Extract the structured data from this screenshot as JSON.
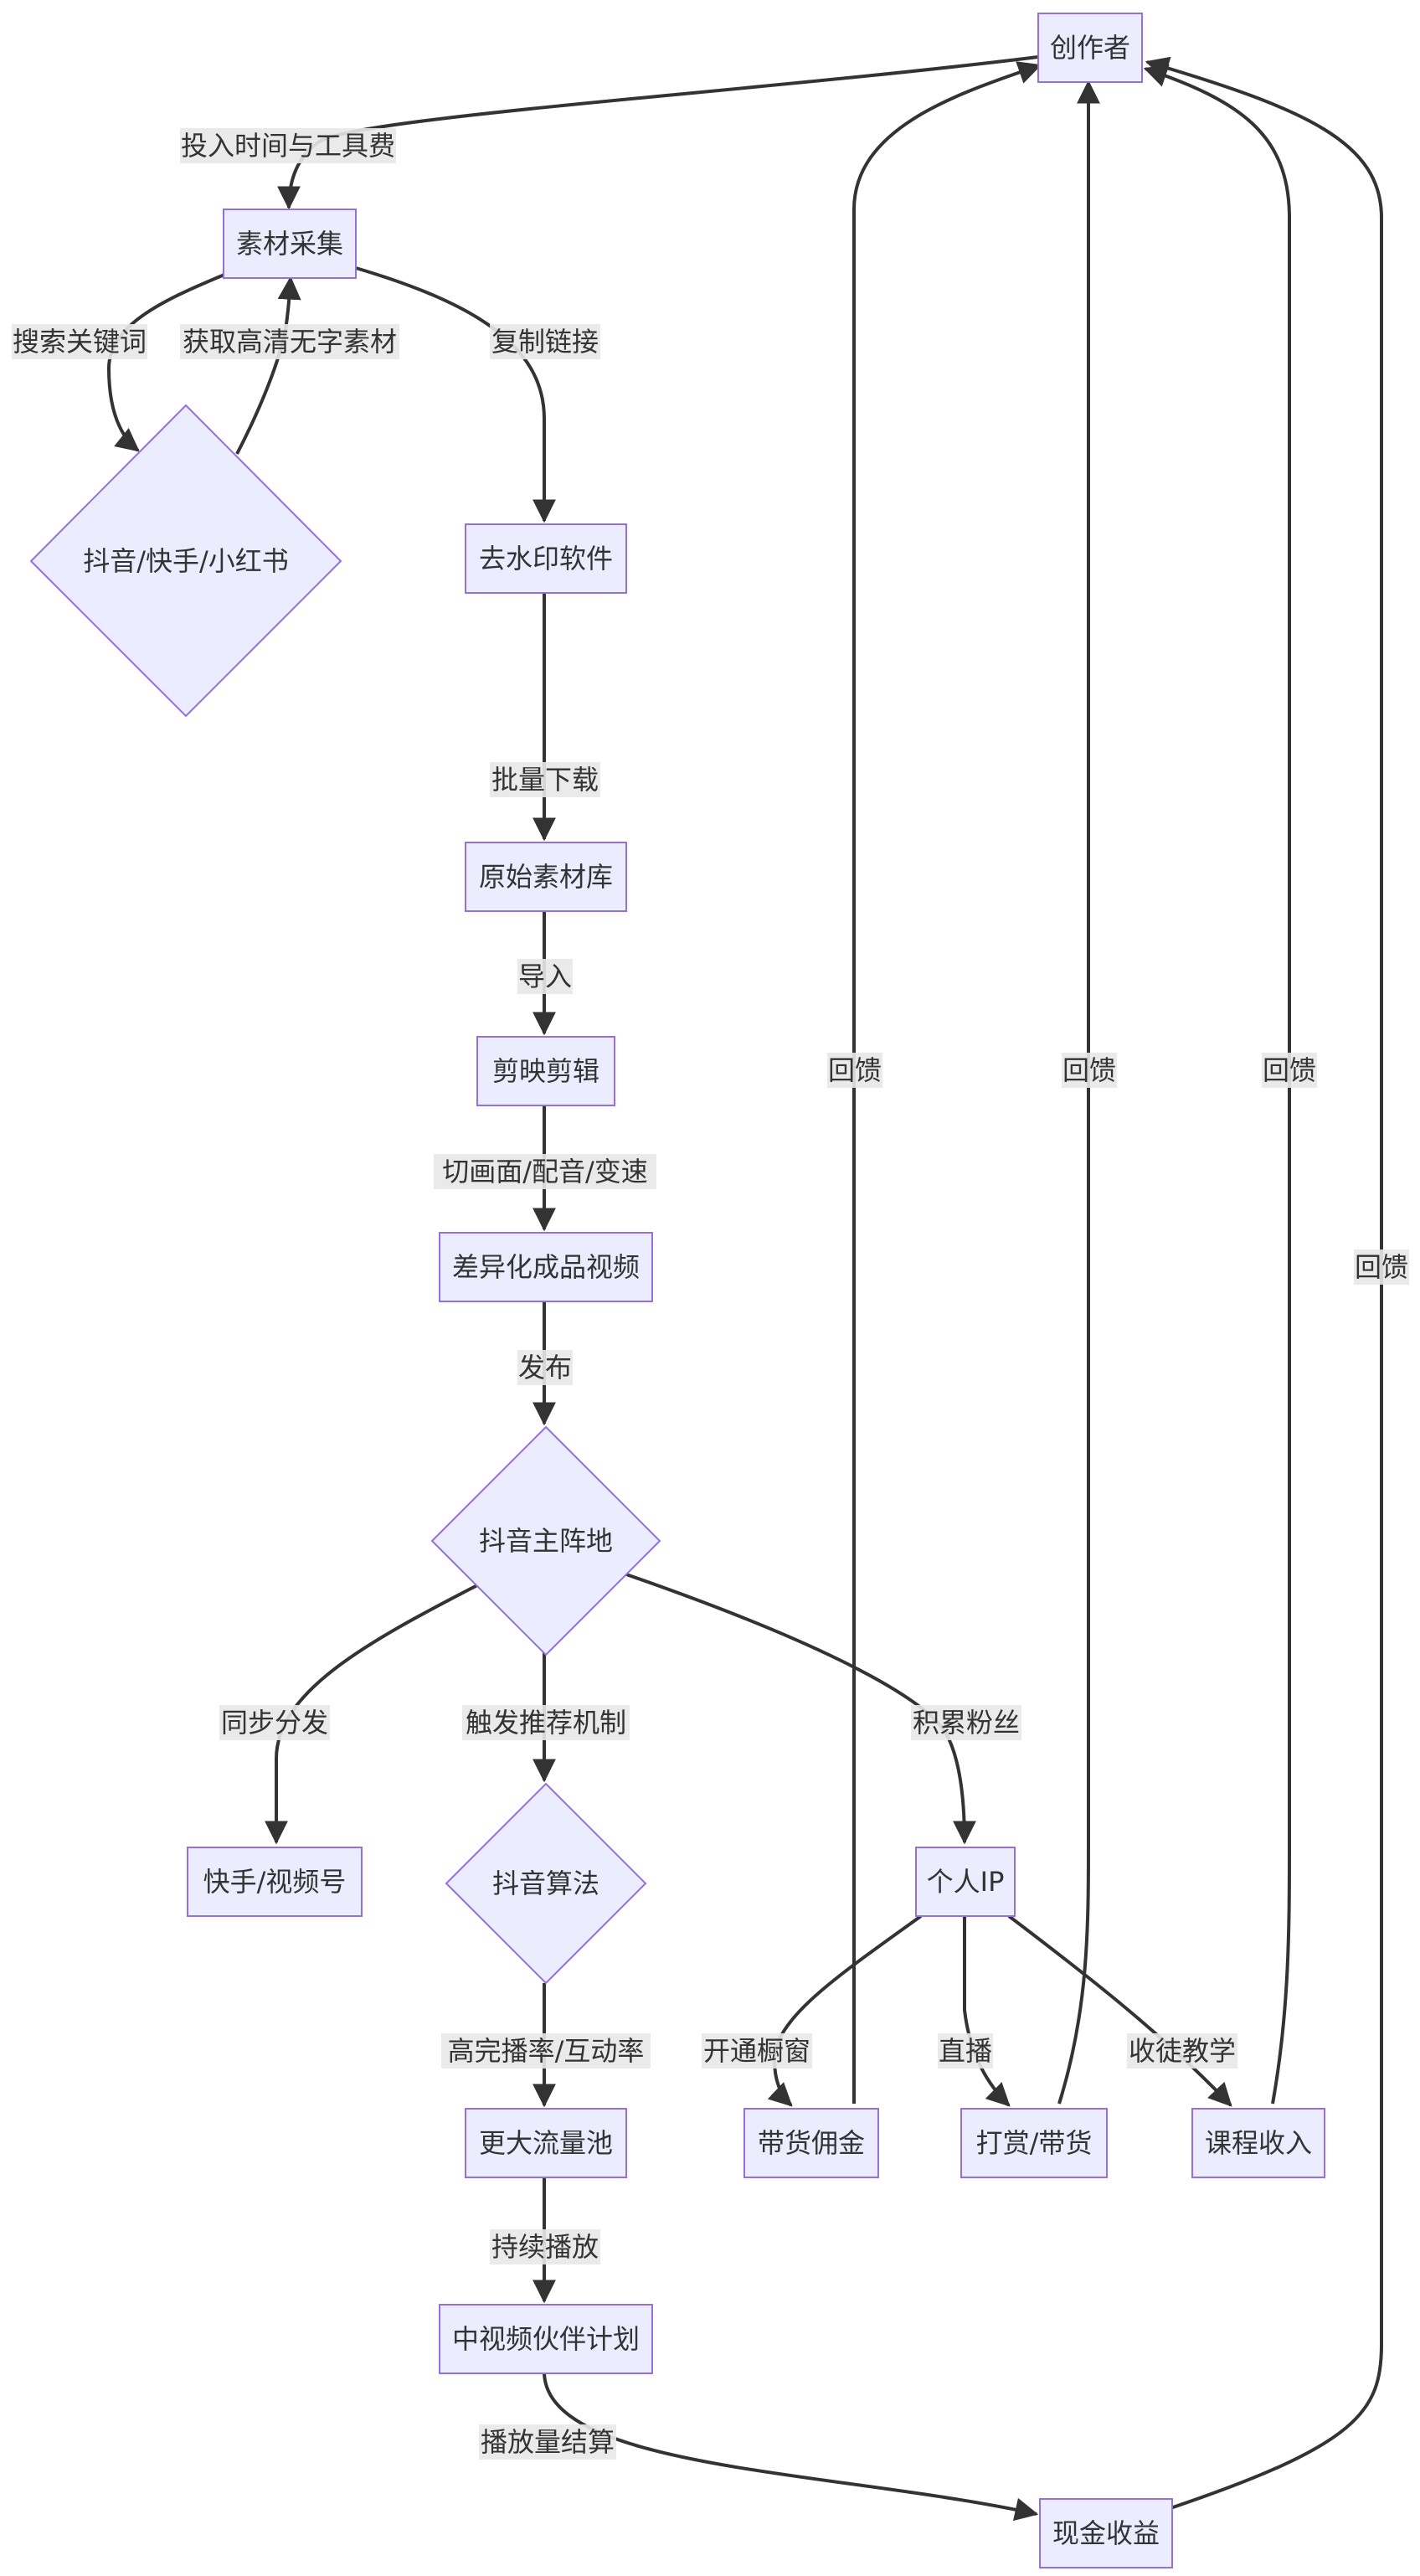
{
  "diagram": {
    "nodes": {
      "creator": "创作者",
      "collect": "素材采集",
      "platforms": "抖音/快手/小红书",
      "watermark": "去水印软件",
      "raw_library": "原始素材库",
      "capcut": "剪映剪辑",
      "final_video": "差异化成品视频",
      "douyin_main": "抖音主阵地",
      "kuaishou_wechat": "快手/视频号",
      "douyin_algo": "抖音算法",
      "personal_ip": "个人IP",
      "bigger_pool": "更大流量池",
      "commission": "带货佣金",
      "tips": "打赏/带货",
      "course": "课程收入",
      "partner_plan": "中视频伙伴计划",
      "cash": "现金收益"
    },
    "edge_labels": {
      "invest": "投入时间与工具费",
      "search": "搜索关键词",
      "get_material": "获取高清无字素材",
      "copy_link": "复制链接",
      "batch_download": "批量下载",
      "import": "导入",
      "edit_ops": "切画面/配音/变速",
      "publish": "发布",
      "sync": "同步分发",
      "trigger": "触发推荐机制",
      "fans": "积累粉丝",
      "high_rate": "高完播率/互动率",
      "showcase": "开通橱窗",
      "live": "直播",
      "teach": "收徒教学",
      "keep_play": "持续播放",
      "settle": "播放量结算",
      "feedback_1": "回馈",
      "feedback_2": "回馈",
      "feedback_3": "回馈",
      "feedback_4": "回馈"
    },
    "colors": {
      "node_fill": "#ececff",
      "node_stroke": "#9370db",
      "edge": "#333333",
      "label_bg": "#e8e8e8"
    }
  }
}
